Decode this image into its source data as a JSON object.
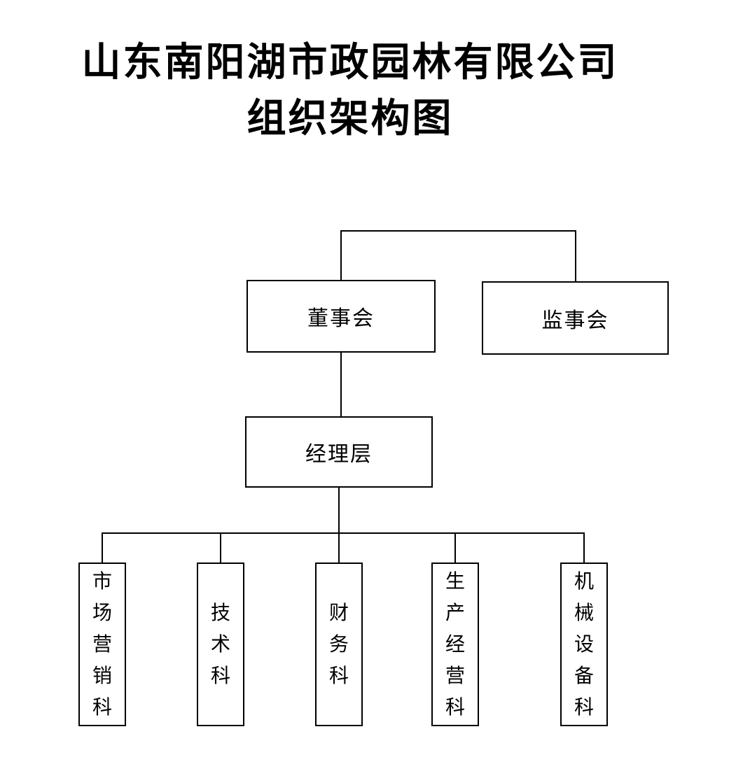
{
  "title": {
    "line1": "山东南阳湖市政园林有限公司",
    "line2": "组织架构图"
  },
  "nodes": {
    "board": {
      "label": "董事会"
    },
    "supervisors": {
      "label": "监事会"
    },
    "management": {
      "label": "经理层"
    }
  },
  "departments": [
    {
      "label": "市场营销科"
    },
    {
      "label": "技术科"
    },
    {
      "label": "财务科"
    },
    {
      "label": "生产经营科"
    },
    {
      "label": "机械设备科"
    }
  ],
  "colors": {
    "background": "#ffffff",
    "line": "#000000",
    "text": "#000000"
  }
}
